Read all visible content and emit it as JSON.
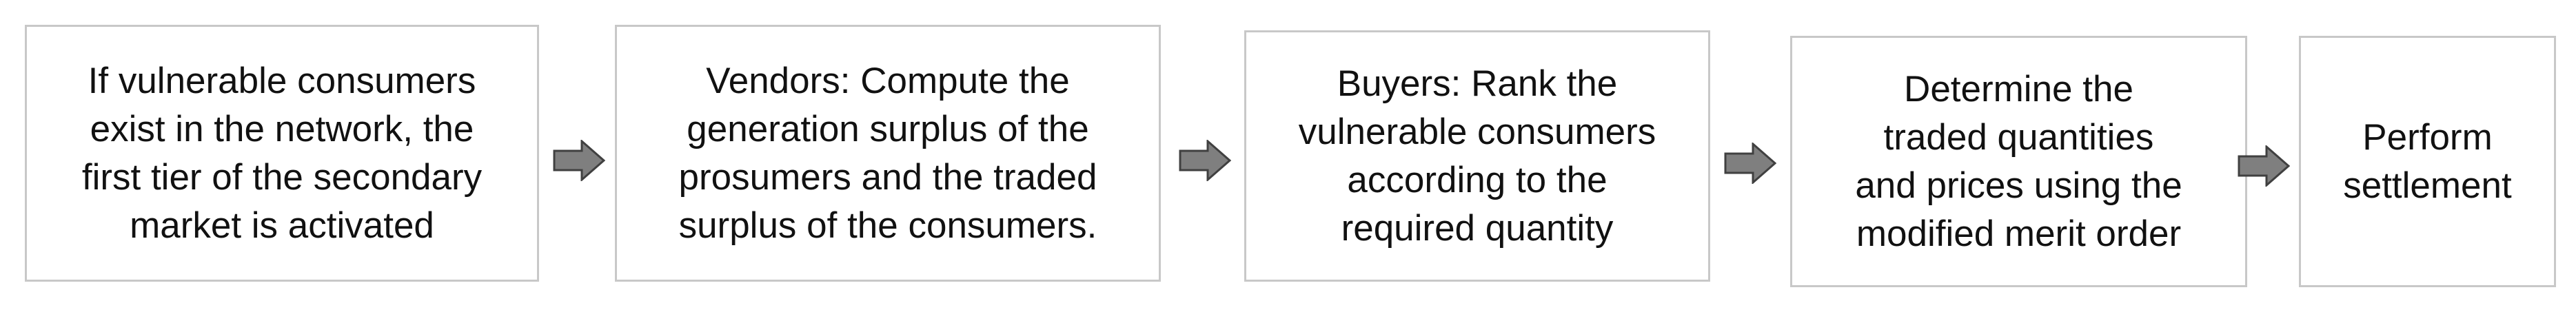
{
  "diagram": {
    "steps": [
      {
        "text": "If vulnerable consumers\nexist in the network, the\nfirst tier of the secondary\nmarket is activated"
      },
      {
        "text": "Vendors: Compute the\ngeneration surplus of the\nprosumers and the traded\nsurplus of the consumers."
      },
      {
        "text": "Buyers: Rank the\nvulnerable consumers\naccording to the\nrequired quantity"
      },
      {
        "text": "Determine the\ntraded quantities\nand prices using the\nmodified merit order"
      },
      {
        "text": "Perform\nsettlement"
      }
    ],
    "arrow_icon": "right-arrow-icon",
    "colors": {
      "box_border": "#c8c8c8",
      "text": "#111111",
      "arrow_fill": "#7f7f7f",
      "arrow_stroke": "#404040"
    }
  }
}
